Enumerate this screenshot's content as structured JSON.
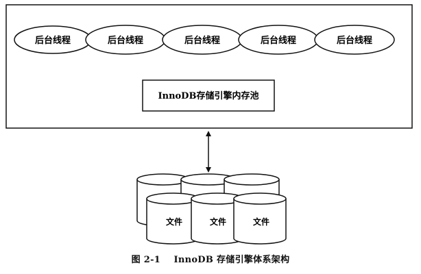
{
  "background_thread_label": "后台线程",
  "background_threads": [
    "后台线程",
    "后台线程",
    "后台线程",
    "后台线程",
    "后台线程"
  ],
  "memory_pool": {
    "label": "InnoDB存储引擎内存池"
  },
  "files": {
    "label": "文件",
    "front_labels": [
      "文件",
      "文件",
      "文件"
    ]
  },
  "caption": {
    "number": "图 2-1",
    "text": "InnoDB 存储引擎体系架构"
  },
  "colors": {
    "stroke": "#111111",
    "fill": "#ffffff"
  }
}
